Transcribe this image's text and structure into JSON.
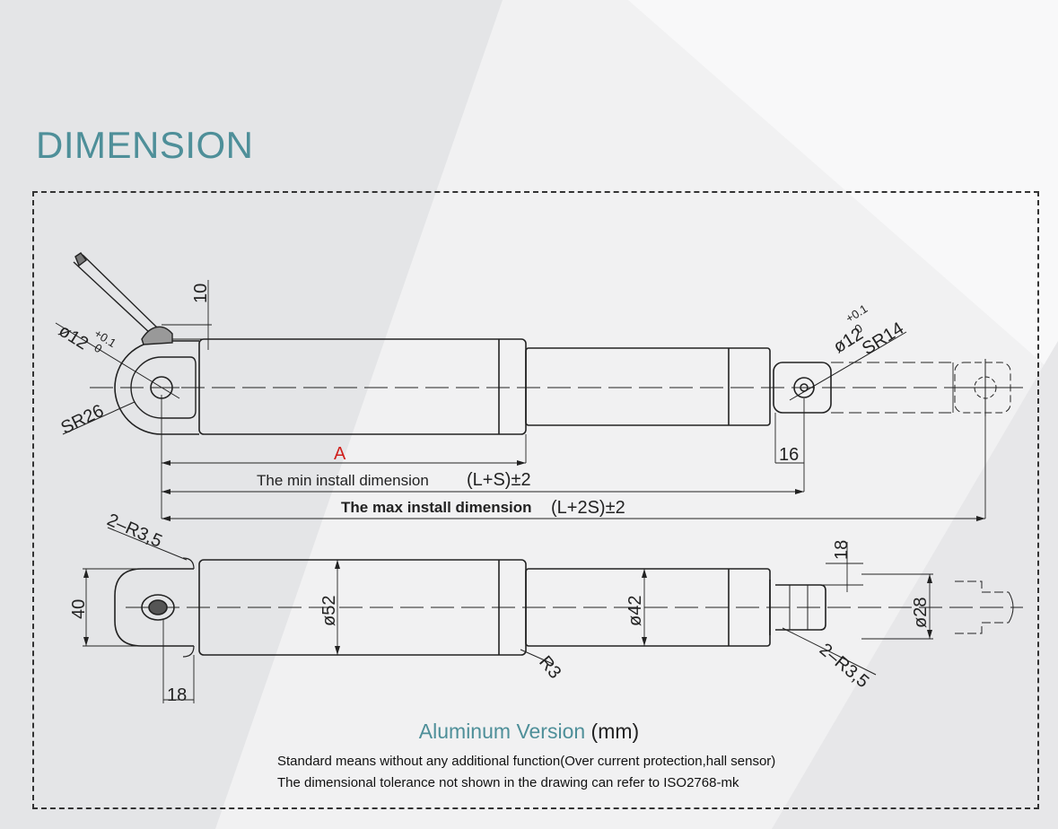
{
  "page": {
    "title": "DIMENSION"
  },
  "drawing": {
    "labels": {
      "pin_dia_left": "ø12",
      "tol_upper_left": "+0.1",
      "tol_lower_left": "0",
      "dim_10": "10",
      "sr26": "SR26",
      "pin_dia_right": "ø12",
      "tol_upper_right": "+0.1",
      "tol_lower_right": "0",
      "sr14": "SR14",
      "dim_a": "A",
      "dim_16": "16",
      "min_install_label": "The min install dimension",
      "min_install_value": "(L+S)±2",
      "max_install_label": "The max install dimension",
      "max_install_value": "(L+2S)±2",
      "r35_left": "2–R3,5",
      "dim_40": "40",
      "dia_52": "ø52",
      "dia_42": "ø42",
      "r3": "R3",
      "dim_18_bottom": "18",
      "dim_18_right": "18",
      "dia_28": "ø28",
      "r35_right": "2–R3,5"
    }
  },
  "caption": {
    "accent": "Aluminum Version",
    "unit": "(mm)",
    "note_1": "Standard means without any additional function(Over current protection,hall sensor)",
    "note_2": "The dimensional tolerance not shown in the drawing can refer to ISO2768-mk"
  },
  "colors": {
    "accent": "#4e8f99",
    "dimension_a": "#d0201c",
    "line": "#222222"
  }
}
